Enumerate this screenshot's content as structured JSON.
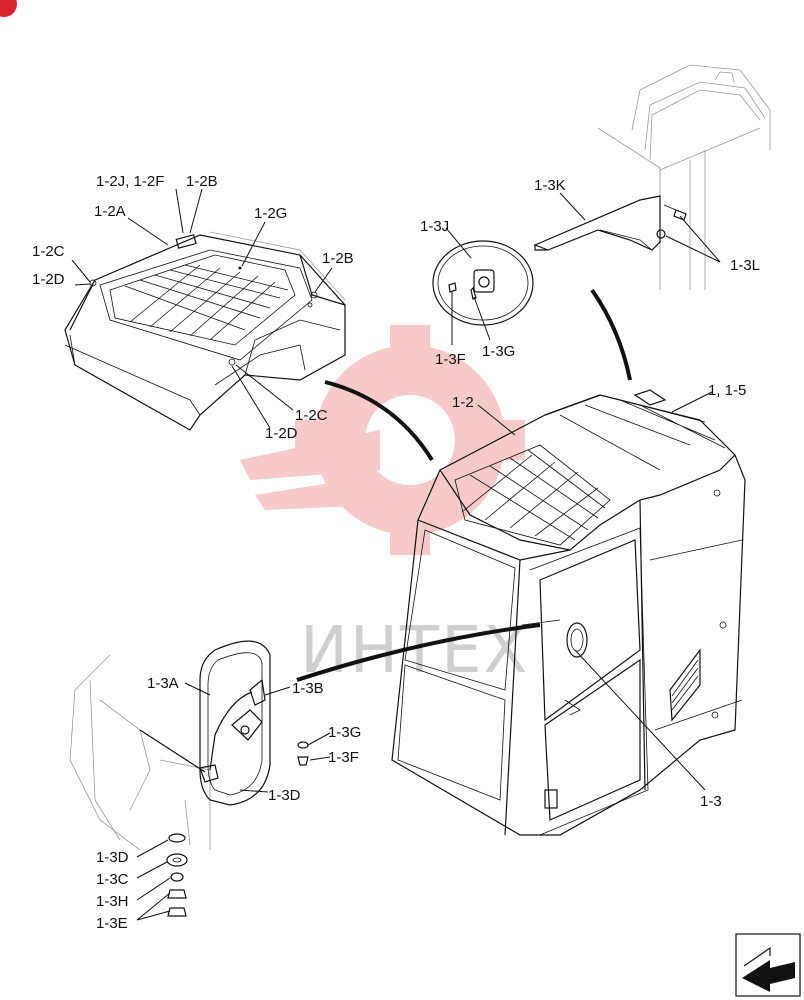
{
  "watermark_text": "ИНТЕХ",
  "labels": {
    "l_1_2J_2F": "1-2J, 1-2F",
    "l_1_2B_top": "1-2B",
    "l_1_2A": "1-2A",
    "l_1_2G": "1-2G",
    "l_1_2C_left": "1-2C",
    "l_1_2D_left": "1-2D",
    "l_1_2B_right": "1-2B",
    "l_1_2C_bottom": "1-2C",
    "l_1_2D_bottom": "1-2D",
    "l_1_3K": "1-3K",
    "l_1_3J": "1-3J",
    "l_1_3L": "1-3L",
    "l_1_3F_top": "1-3F",
    "l_1_3G_top": "1-3G",
    "l_1_2": "1-2",
    "l_1_1_5": "1, 1-5",
    "l_1_3A": "1-3A",
    "l_1_3B": "1-3B",
    "l_1_3G_mid": "1-3G",
    "l_1_3F_mid": "1-3F",
    "l_1_3D_mid": "1-3D",
    "l_1_3": "1-3",
    "l_1_3D_bot": "1-3D",
    "l_1_3C": "1-3C",
    "l_1_3H": "1-3H",
    "l_1_3E": "1-3E"
  },
  "colors": {
    "ink": "#111111",
    "watermark": "#e86a6a",
    "corner_badge": "#d9232e"
  },
  "icons": {
    "corner_badge": "red-badge-icon",
    "nav_arrow": "next-page-arrow-icon"
  }
}
